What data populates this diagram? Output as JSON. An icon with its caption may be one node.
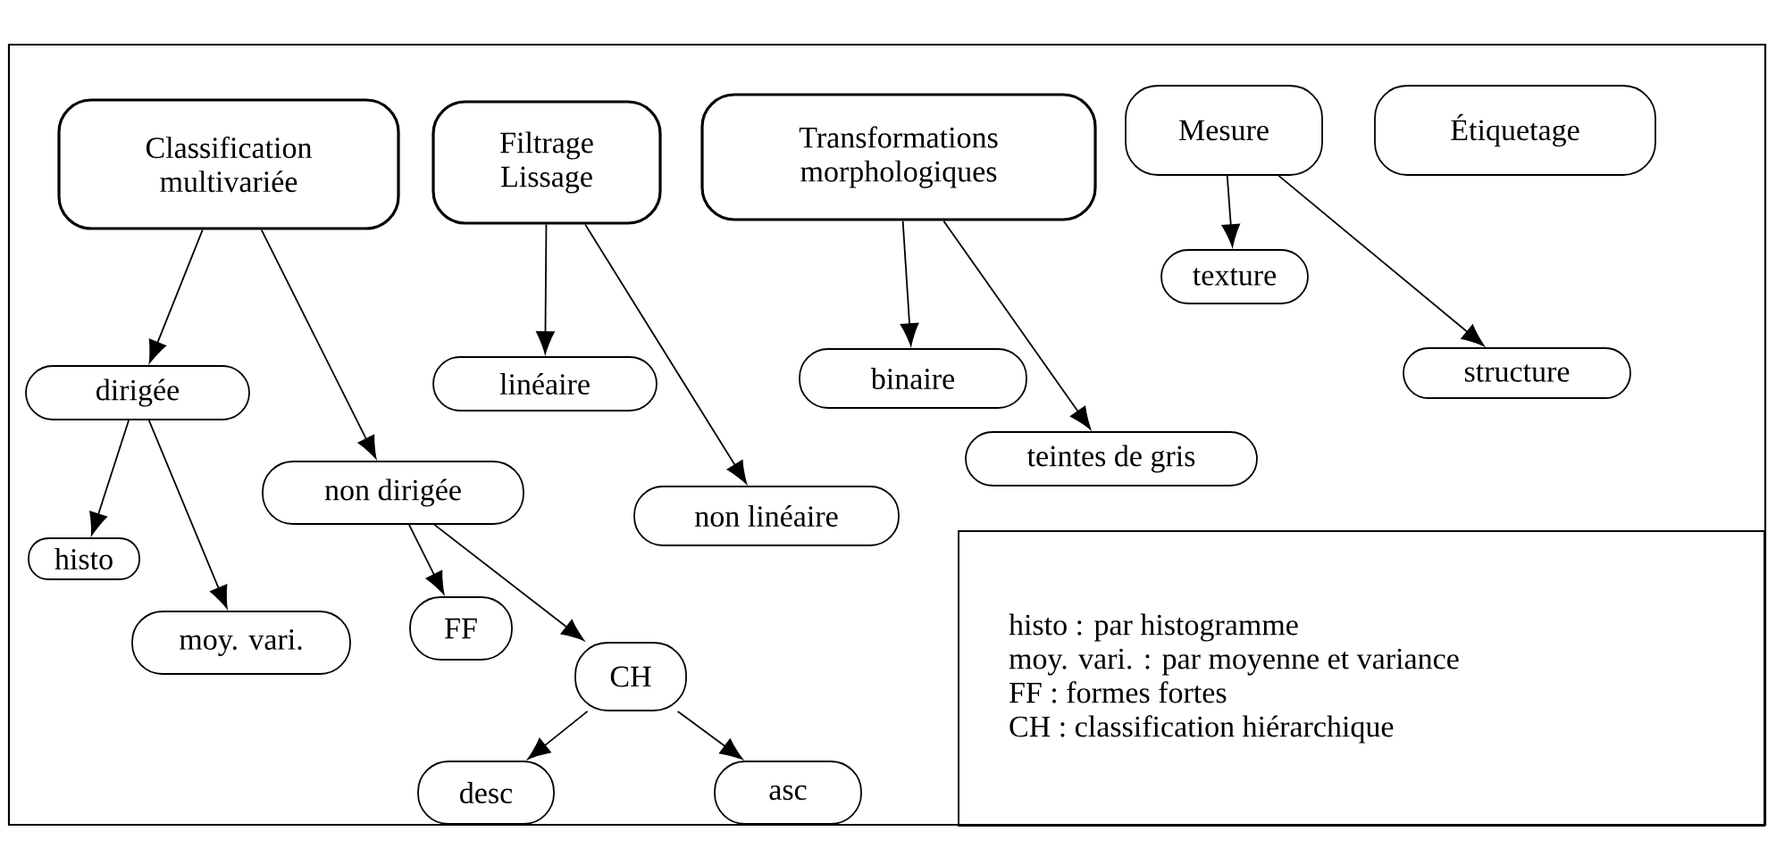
{
  "diagram": {
    "nodes": [
      {
        "text": [
          "Classification multivariée"
        ]
      },
      {
        "text": [
          "Filtrage Lissage"
        ]
      },
      {
        "text": [
          "Transformations morphologiques"
        ]
      },
      {
        "text": [
          "Mesure"
        ]
      },
      {
        "text": [
          "Étiquetage"
        ]
      },
      {
        "text": [
          "dirigée"
        ]
      },
      {
        "text": [
          "non dirigée"
        ]
      },
      {
        "text": [
          "linéaire"
        ]
      },
      {
        "text": [
          "non linéaire"
        ]
      },
      {
        "text": [
          "binaire"
        ]
      },
      {
        "text": [
          "teintes de gris"
        ]
      },
      {
        "text": [
          "texture"
        ]
      },
      {
        "text": [
          "structure"
        ]
      },
      {
        "text": [
          "histo"
        ]
      },
      {
        "text": [
          "moy. vari."
        ]
      },
      {
        "text": [
          "FF"
        ]
      },
      {
        "text": [
          "CH"
        ]
      },
      {
        "text": [
          "desc"
        ]
      },
      {
        "text": [
          "asc"
        ]
      },
      {
        "text": [
          "histo : par histogramme",
          "moy. vari. : par moyenne et variance",
          "FF : formes fortes",
          "CH : classification hiérarchique"
        ]
      }
    ],
    "edges": [
      {
        "from": 0,
        "to": 5,
        "arrow": "to"
      },
      {
        "from": 0,
        "to": 6,
        "arrow": "to"
      },
      {
        "from": 1,
        "to": 7,
        "arrow": "to"
      },
      {
        "from": 1,
        "to": 8,
        "arrow": "to"
      },
      {
        "from": 2,
        "to": 9,
        "arrow": "to"
      },
      {
        "from": 2,
        "to": 10,
        "arrow": "to"
      },
      {
        "from": 3,
        "to": 11,
        "arrow": "to"
      },
      {
        "from": 3,
        "to": 12,
        "arrow": "to"
      },
      {
        "from": 5,
        "to": 13,
        "arrow": "to"
      },
      {
        "from": 5,
        "to": 14,
        "arrow": "to"
      },
      {
        "from": 6,
        "to": 15,
        "arrow": "to"
      },
      {
        "from": 6,
        "to": 16,
        "arrow": "to"
      },
      {
        "from": 16,
        "to": 17,
        "arrow": "to"
      },
      {
        "from": 16,
        "to": 18,
        "arrow": "to"
      }
    ]
  }
}
